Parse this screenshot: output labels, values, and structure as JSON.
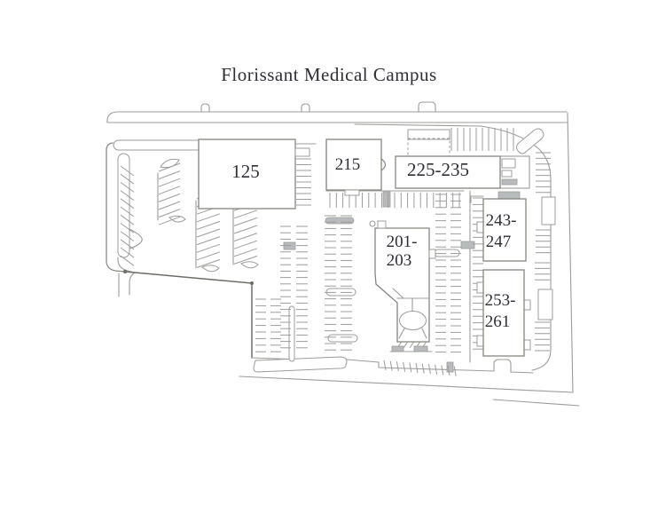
{
  "page": {
    "title": "Florissant Medical Campus"
  },
  "buildings": [
    {
      "name": "Building 125",
      "label_lines": [
        "125"
      ]
    },
    {
      "name": "Building 215",
      "label_lines": [
        "215"
      ]
    },
    {
      "name": "Buildings 225-235",
      "label_lines": [
        "225-235"
      ]
    },
    {
      "name": "Buildings 201-203",
      "label_lines": [
        "201-",
        "203"
      ]
    },
    {
      "name": "Buildings 243-247",
      "label_lines": [
        "243-",
        "247"
      ]
    },
    {
      "name": "Buildings 253-261",
      "label_lines": [
        "253-",
        "261"
      ]
    }
  ],
  "colors": {
    "line_light": "#9d9c99",
    "line_dark": "#6d6d68",
    "label_text": "#2f2e37",
    "background": "#ffffff"
  }
}
